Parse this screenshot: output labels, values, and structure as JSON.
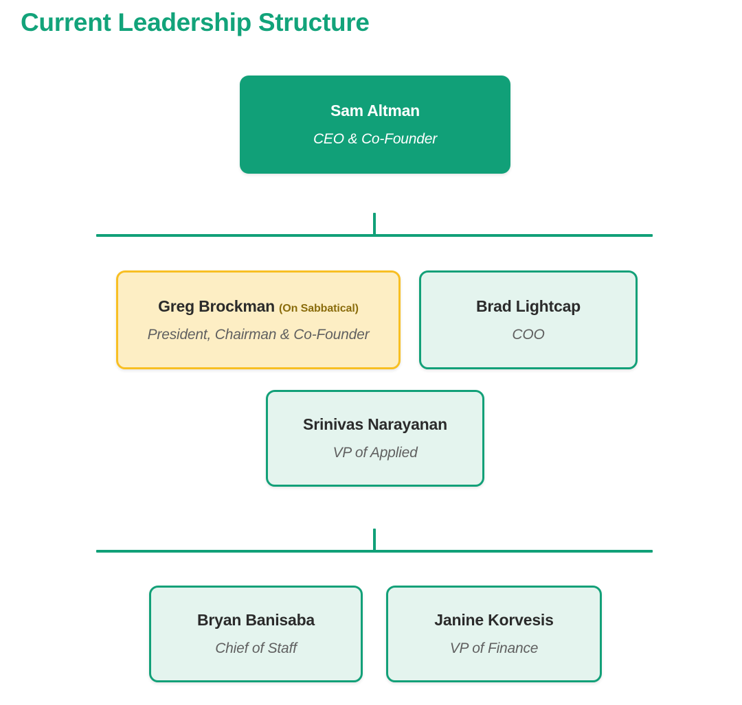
{
  "page": {
    "title": "Current Leadership Structure",
    "accent_color": "#11a078",
    "title_color": "#12a37a",
    "background": "#ffffff"
  },
  "org_chart": {
    "levels": [
      {
        "level_name": "executive",
        "nodes": [
          {
            "name": "Sam Altman",
            "role": "CEO & Co-Founder",
            "badge": "",
            "style": "root"
          }
        ]
      },
      {
        "level_name": "senior-leadership",
        "nodes": [
          {
            "name": "Greg Brockman",
            "role": "President, Chairman & Co-Founder",
            "badge": "(On Sabbatical)",
            "style": "highlight"
          },
          {
            "name": "Brad Lightcap",
            "role": "COO",
            "badge": "",
            "style": "standard"
          },
          {
            "name": "Srinivas Narayanan",
            "role": "VP of Applied",
            "badge": "",
            "style": "standard"
          }
        ]
      },
      {
        "level_name": "support-leadership",
        "nodes": [
          {
            "name": "Bryan Banisaba",
            "role": "Chief of Staff",
            "badge": "",
            "style": "standard"
          },
          {
            "name": "Janine Korvesis",
            "role": "VP of Finance",
            "badge": "",
            "style": "standard"
          }
        ]
      }
    ]
  },
  "colors": {
    "root_fill": "#11a078",
    "standard_fill": "#e4f4ee",
    "standard_border": "#12a078",
    "highlight_fill": "#fdeec4",
    "highlight_border": "#f8bf23",
    "badge_text": "#8a6c0c",
    "name_text": "#2b2b2b",
    "role_text": "#606060",
    "connector": "#11a078"
  }
}
